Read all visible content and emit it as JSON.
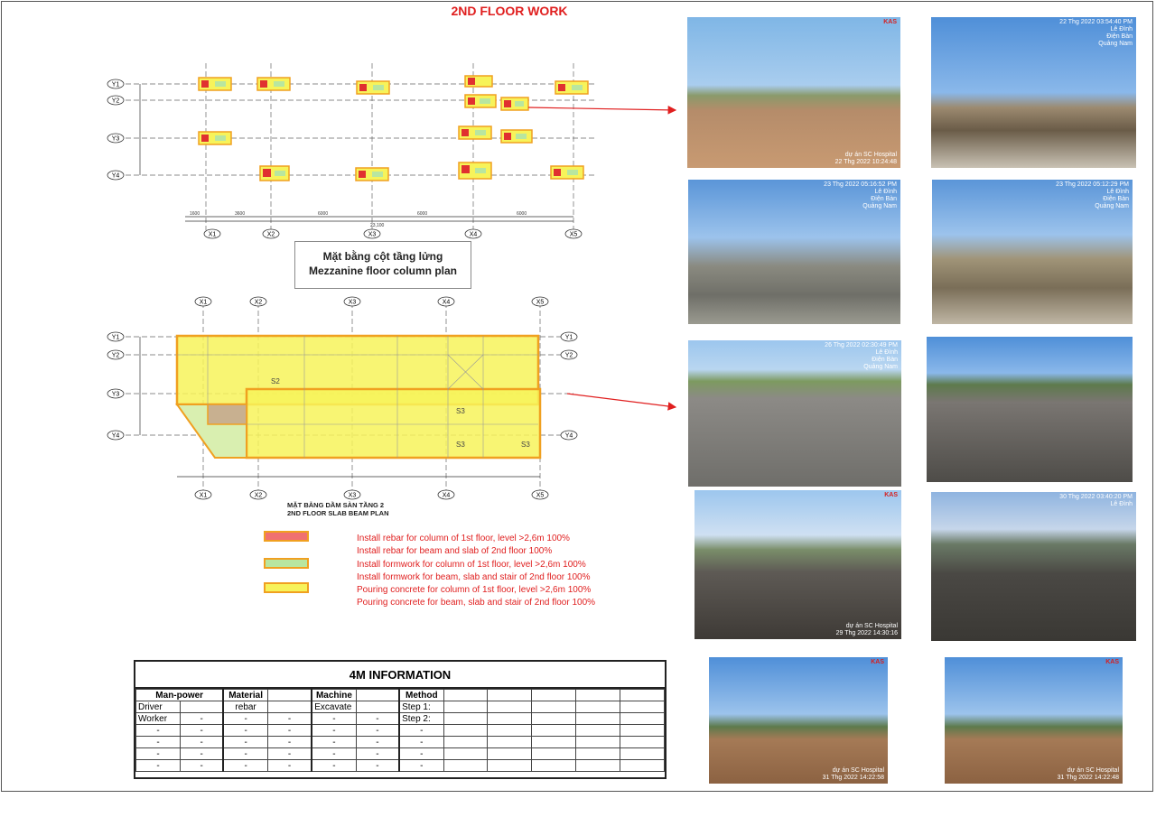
{
  "title": "2ND FLOOR WORK",
  "mezz_plan": {
    "axis_x": [
      "X1",
      "X2",
      "X3",
      "X4",
      "X5"
    ],
    "axis_y": [
      "Y1",
      "Y2",
      "Y3",
      "Y4"
    ],
    "dims": [
      "1600",
      "3600",
      "6000",
      "6000",
      "6000"
    ],
    "total": "23,100",
    "caption_vi": "Mặt bằng cột tầng lửng",
    "caption_en": "Mezzanine floor column plan"
  },
  "slab_plan": {
    "axis_x": [
      "X1",
      "X2",
      "X3",
      "X4",
      "X5"
    ],
    "axis_y": [
      "Y1",
      "Y2",
      "Y3",
      "Y4"
    ],
    "caption_vi": "MẶT BẰNG DẦM SÀN TẦNG 2",
    "caption_en": "2ND FLOOR SLAB BEAM PLAN",
    "slab_labels": [
      "S2",
      "S3",
      "S3",
      "S3"
    ]
  },
  "legend": [
    {
      "color": "#f07070",
      "text": "Install rebar for column of 1st floor, level >2,6m 100%"
    },
    {
      "color": null,
      "text": "Install rebar for beam and slab of 2nd floor 100%"
    },
    {
      "color": "#b8e6a0",
      "text": "Install formwork for column of 1st floor, level >2,6m 100%"
    },
    {
      "color": null,
      "text": "Install formwork for beam, slab and stair of 2nd floor 100%"
    },
    {
      "color": "#f7f35a",
      "text": "Pouring concrete for column of 1st floor, level >2,6m 100%"
    },
    {
      "color": null,
      "text": "Pouring concrete for beam, slab and stair of 2nd floor 100%"
    }
  ],
  "photos": [
    {
      "stamp": "dự án SC Hospital\n22 Thg 2022 10:24:48",
      "kas": "KAS",
      "top": false
    },
    {
      "stamp": "22 Thg 2022 03:54:40 PM\nLê Đình\nĐiện Bàn\nQuảng Nam",
      "kas": "",
      "top": true
    },
    {
      "stamp": "23 Thg 2022 05:16:52 PM\nLê Đình\nĐiện Bàn\nQuảng Nam",
      "kas": "",
      "top": true
    },
    {
      "stamp": "23 Thg 2022 05:12:29 PM\nLê Đình\nĐiện Bàn\nQuảng Nam",
      "kas": "",
      "top": true
    },
    {
      "stamp": "26 Thg 2022 02:30:49 PM\nLê Đình\nĐiện Bàn\nQuảng Nam",
      "kas": "",
      "top": true
    },
    {
      "stamp": "",
      "kas": "",
      "top": false
    },
    {
      "stamp": "dự án SC Hospital\n29 Thg 2022 14:30:16",
      "kas": "KAS",
      "top": false
    },
    {
      "stamp": "30 Thg 2022 03:40:20 PM\nLê Đình",
      "kas": "",
      "top": true
    },
    {
      "stamp": "dự án SC Hospital\n31 Thg 2022 14:22:58",
      "kas": "KAS",
      "top": false
    },
    {
      "stamp": "dự án SC Hospital\n31 Thg 2022 14:22:48",
      "kas": "KAS",
      "top": false
    }
  ],
  "info": {
    "title": "4M INFORMATION",
    "headers": [
      "Man-power",
      "Material",
      "Machine",
      "Method"
    ],
    "rows": [
      [
        "Driver",
        "",
        "rebar",
        "",
        "Excavate",
        "",
        "Step 1:"
      ],
      [
        "Worker",
        "-",
        "-",
        "-",
        "-",
        "-",
        "Step 2:"
      ],
      [
        "-",
        "-",
        "-",
        "-",
        "-",
        "-",
        "-"
      ],
      [
        "-",
        "-",
        "-",
        "-",
        "-",
        "-",
        "-"
      ],
      [
        "-",
        "-",
        "-",
        "-",
        "-",
        "-",
        "-"
      ],
      [
        "-",
        "-",
        "-",
        "-",
        "-",
        "-",
        "-"
      ]
    ]
  }
}
